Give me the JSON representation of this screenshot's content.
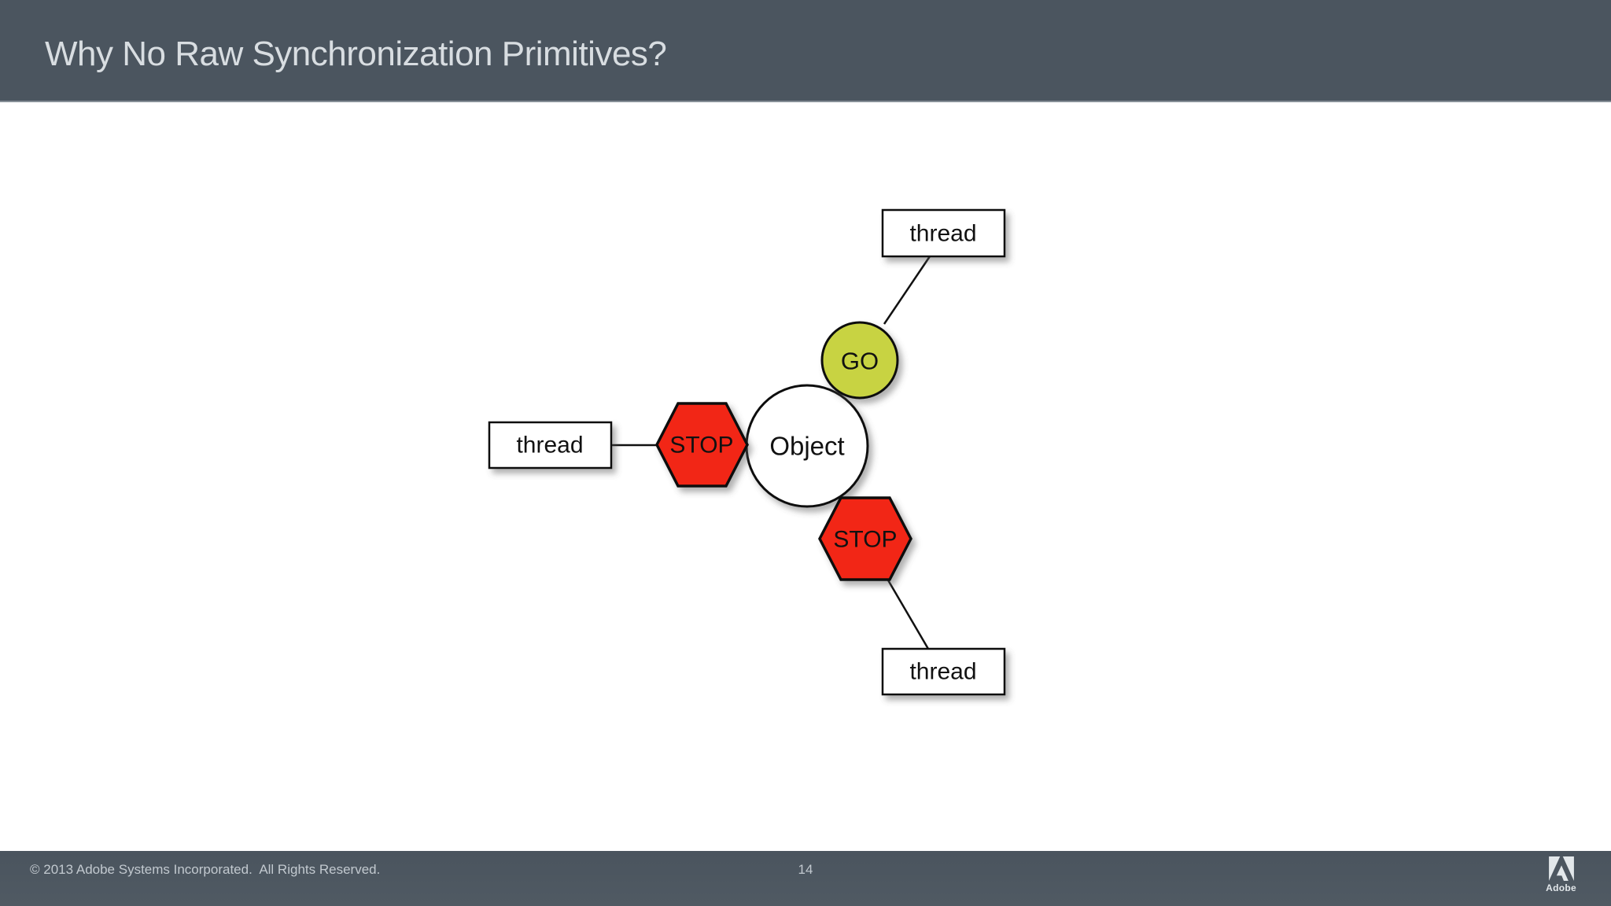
{
  "header": {
    "title": "Why No Raw Synchronization Primitives?"
  },
  "diagram": {
    "object_label": "Object",
    "go_label": "GO",
    "stop_label": "STOP",
    "thread_label": "thread",
    "colors": {
      "go_fill": "#c8d343",
      "stop_fill": "#f22613",
      "shape_fill": "#ffffff",
      "shape_stroke": "#111111",
      "header_bg": "#4b555f",
      "footer_bg": "#4a545e"
    }
  },
  "footer": {
    "copyright": "© 2013 Adobe Systems Incorporated.  All Rights Reserved.",
    "page_number": "14",
    "logo_text": "Adobe"
  }
}
